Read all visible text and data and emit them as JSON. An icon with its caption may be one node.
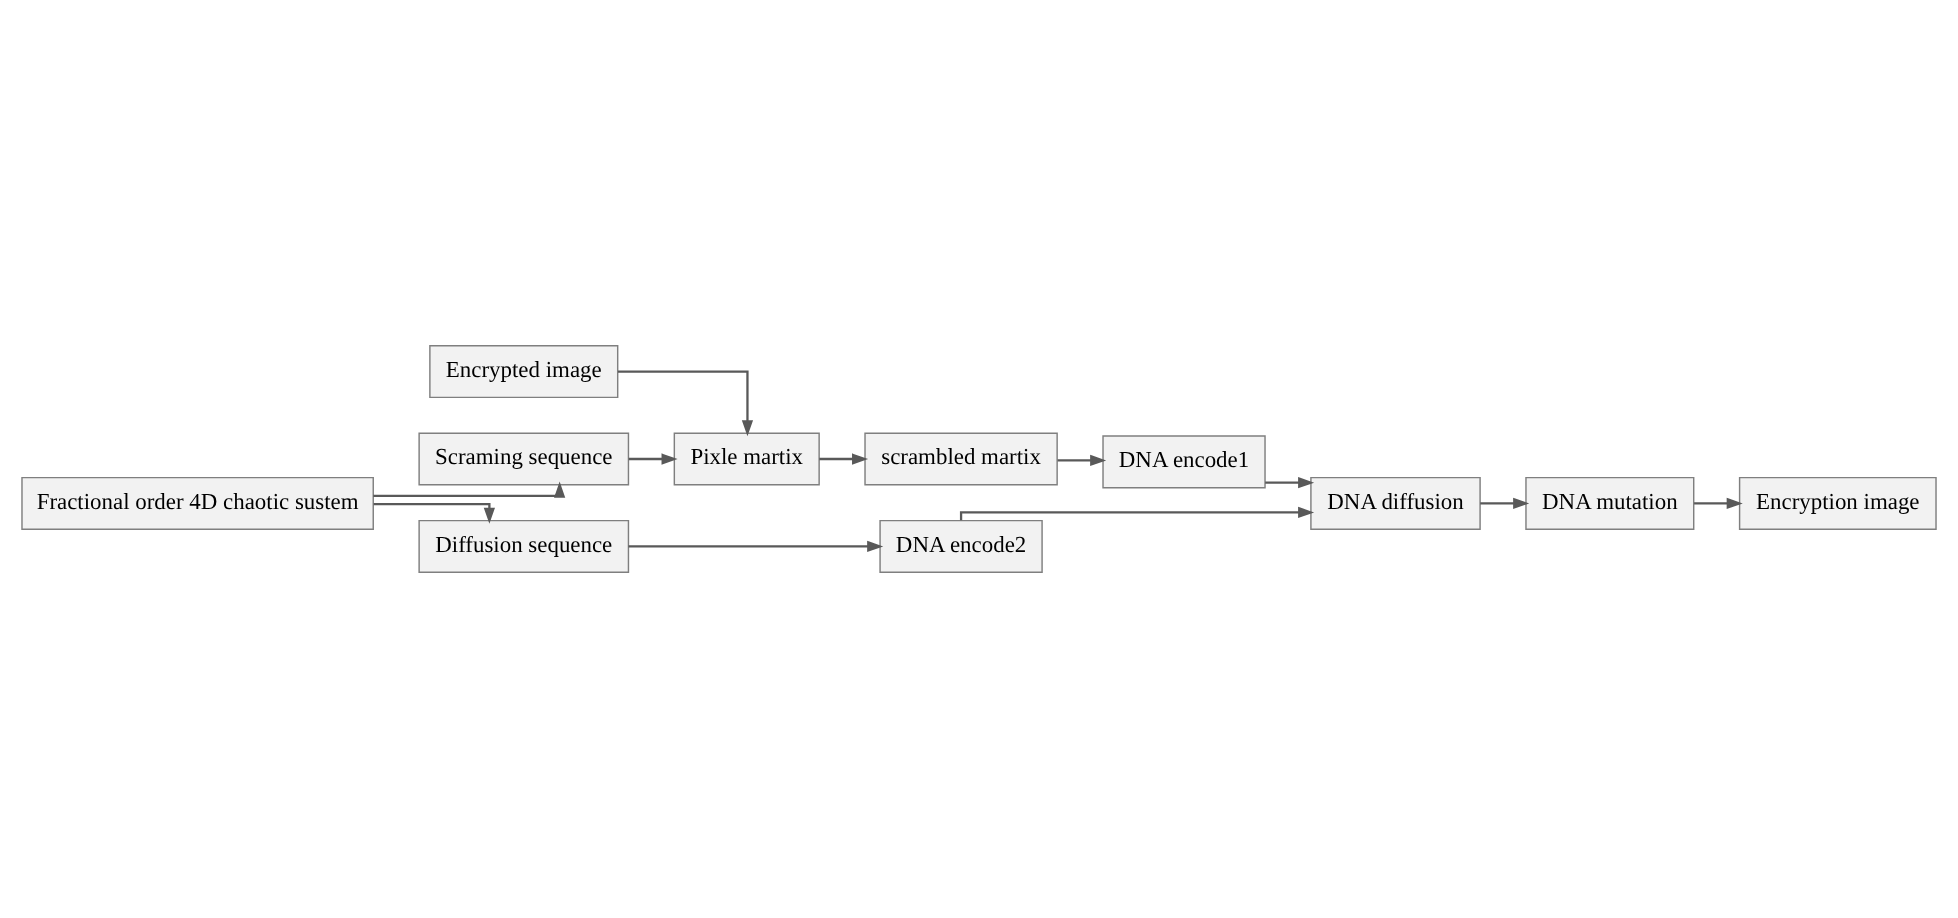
{
  "diagram": {
    "nodes": [
      {
        "text": [
          "Encrypted image"
        ]
      },
      {
        "text": [
          "Fractional order 4D chaotic sustem"
        ]
      },
      {
        "text": [
          "Scraming sequence"
        ]
      },
      {
        "text": [
          "Pixle martix"
        ]
      },
      {
        "text": [
          "scrambled martix"
        ]
      },
      {
        "text": [
          "DNA encode1"
        ]
      },
      {
        "text": [
          "Diffusion sequence"
        ]
      },
      {
        "text": [
          "DNA encode2"
        ]
      },
      {
        "text": [
          "DNA diffusion"
        ]
      },
      {
        "text": [
          "Encryption image"
        ]
      },
      {
        "text": [
          "DNA mutation"
        ]
      }
    ],
    "edges": [
      {
        "from": 0,
        "to": 3,
        "arrow": "to"
      },
      {
        "from": 1,
        "to": 2,
        "arrow": "to"
      },
      {
        "from": 2,
        "to": 3,
        "arrow": "to"
      },
      {
        "from": 3,
        "to": 4,
        "arrow": "to"
      },
      {
        "from": 4,
        "to": 5,
        "arrow": "to"
      },
      {
        "from": 5,
        "to": 8,
        "arrow": "to"
      },
      {
        "from": 1,
        "to": 6,
        "arrow": "to"
      },
      {
        "from": 6,
        "to": 7,
        "arrow": "to"
      },
      {
        "from": 7,
        "to": 8,
        "arrow": "to"
      },
      {
        "from": 8,
        "to": 10,
        "arrow": "to"
      },
      {
        "from": 10,
        "to": 9,
        "arrow": "to"
      }
    ]
  }
}
